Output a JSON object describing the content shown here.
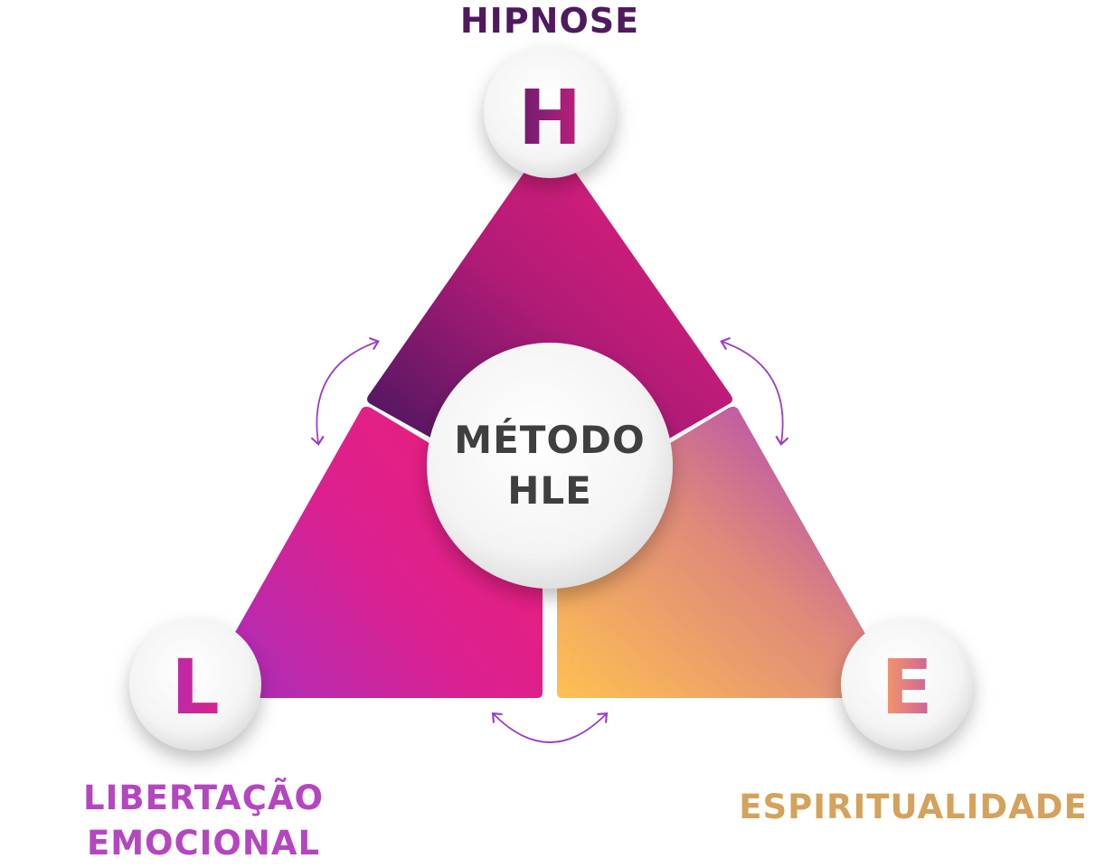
{
  "diagram": {
    "title": "MÉTODO HLE",
    "center": {
      "line1": "MÉTODO",
      "line2": "HLE"
    },
    "nodes": [
      {
        "id": "h",
        "letter": "H",
        "label": "HIPNOSE",
        "color": "#4f1a5e"
      },
      {
        "id": "l",
        "letter": "L",
        "label_line1": "LIBERTAÇÃO",
        "label_line2": "EMOCIONAL",
        "color": "#b446c0"
      },
      {
        "id": "e",
        "letter": "E",
        "label": "ESPIRITUALIDADE",
        "color": "#d4a25c"
      }
    ],
    "connectors": [
      {
        "between": [
          "H",
          "L"
        ],
        "type": "double-arrow"
      },
      {
        "between": [
          "H",
          "E"
        ],
        "type": "double-arrow"
      },
      {
        "between": [
          "L",
          "E"
        ],
        "type": "double-arrow"
      }
    ],
    "colors": {
      "h_segment": [
        "#4f1a5e",
        "#e91e7a"
      ],
      "l_segment": [
        "#a72fbc",
        "#e91e7a"
      ],
      "e_segment": [
        "#fdbb55",
        "#a93cc4"
      ],
      "arrow": "#9b3fc4",
      "center_text": "#3f3f3f"
    }
  }
}
